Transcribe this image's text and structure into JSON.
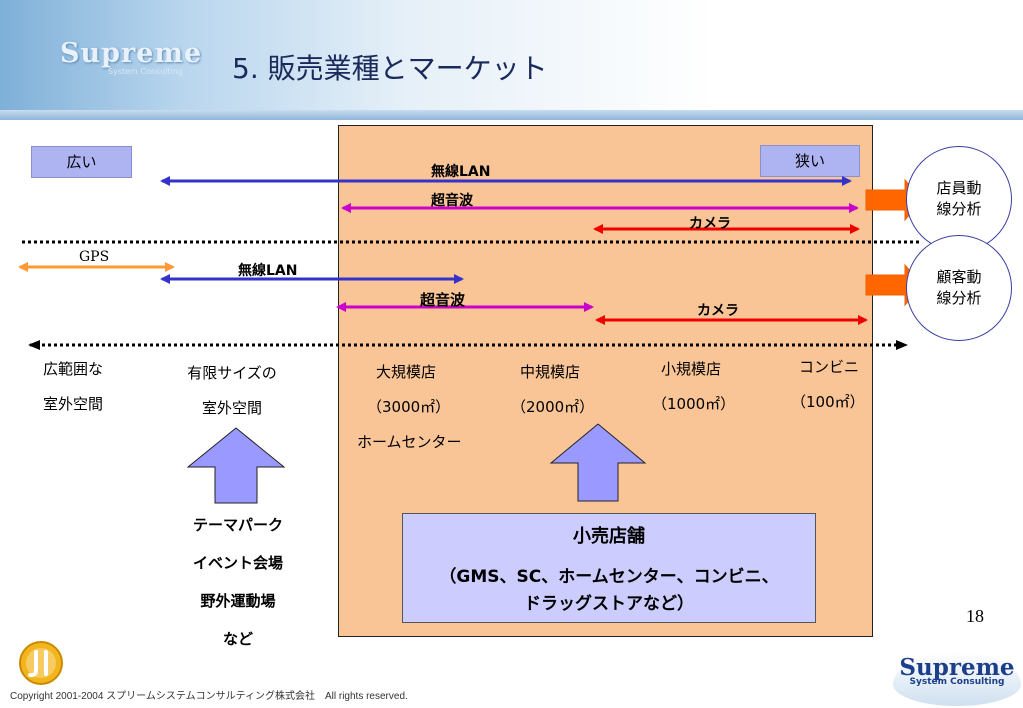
{
  "header": {
    "title": "5. 販売業種とマーケット",
    "logo_text": "Supreme",
    "logo_sub": "System Consulting"
  },
  "labels": {
    "wide": "広い",
    "narrow": "狭い"
  },
  "circles": [
    {
      "line1": "店員動",
      "line2": "線分析"
    },
    {
      "line1": "顧客動",
      "line2": "線分析"
    }
  ],
  "arrows_top": {
    "wireless": "無線LAN",
    "ultrasonic": "超音波",
    "camera": "カメラ"
  },
  "arrows_bottom": {
    "gps": "GPS",
    "wireless": "無線LAN",
    "ultrasonic": "超音波",
    "camera": "カメラ"
  },
  "categories": [
    {
      "line1": "広範囲な",
      "line2": "室外空間"
    },
    {
      "line1": "有限サイズの",
      "line2": "室外空間"
    },
    {
      "line1": "大規模店",
      "line2": "（3000㎡）",
      "line3": "ホームセンター"
    },
    {
      "line1": "中規模店",
      "line2": "（2000㎡）"
    },
    {
      "line1": "小規模店",
      "line2": "（1000㎡）"
    },
    {
      "line1": "コンビニ",
      "line2": "（100㎡）"
    }
  ],
  "venues": [
    "テーマパーク",
    "イベント会場",
    "野外運動場",
    "など"
  ],
  "retail": {
    "title": "小売店舗",
    "line1": "（GMS、SC、ホームセンター、コンビニ、",
    "line2": "ドラッグストアなど）"
  },
  "page_number": "18",
  "footer": {
    "copyright": "Copyright 2001-2004 スプリームシステムコンサルティング株式会社　All rights reserved.",
    "logo_text": "Supreme",
    "logo_sub": "System Consulting"
  },
  "colors": {
    "blue_arrow": "#3333cc",
    "magenta_arrow": "#cc00cc",
    "red_arrow": "#ee0000",
    "orange_arrow": "#ff9933",
    "panel": "#f9c596",
    "label_box": "#aeb4f2",
    "retail_box": "#ccccff",
    "block_arrow": "#9999ff",
    "input_arrow": "#ff6600"
  }
}
